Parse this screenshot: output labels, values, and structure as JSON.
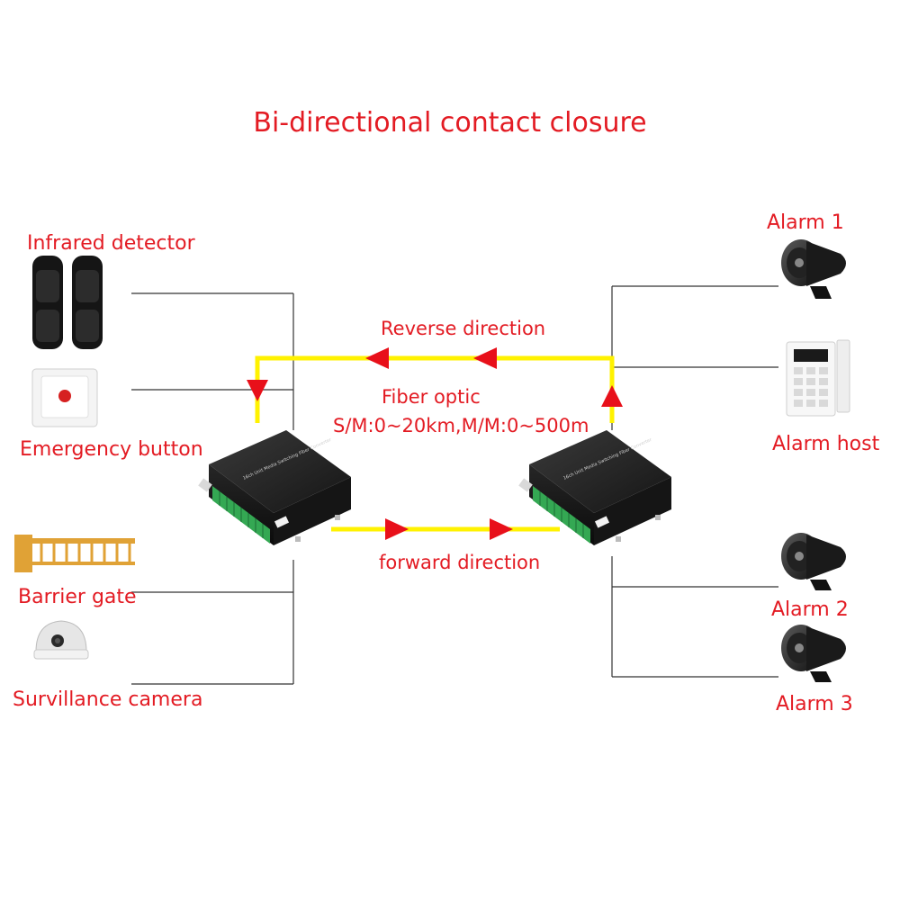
{
  "title": "Bi-directional contact closure",
  "left_devices": {
    "infrared_detector": "Infrared detector",
    "emergency_button": "Emergency button",
    "barrier_gate": "Barrier gate",
    "surveillance_camera": "Survillance camera"
  },
  "right_devices": {
    "alarm_1": "Alarm 1",
    "alarm_host": "Alarm host",
    "alarm_2": "Alarm 2",
    "alarm_3": "Alarm 3"
  },
  "links": {
    "reverse": "Reverse direction",
    "fiber_optic": "Fiber optic",
    "fiber_spec": "S/M:0~20km,M/M:0~500m",
    "forward": "forward direction"
  },
  "converter_panel_text": "16ch Unit Media Switching Fiber Converter",
  "colors": {
    "label_red": "#e31b23",
    "fiber_yellow": "#fff200",
    "wire": "#333333",
    "device_dark": "#1e1e1e",
    "terminal_green": "#34a853"
  }
}
